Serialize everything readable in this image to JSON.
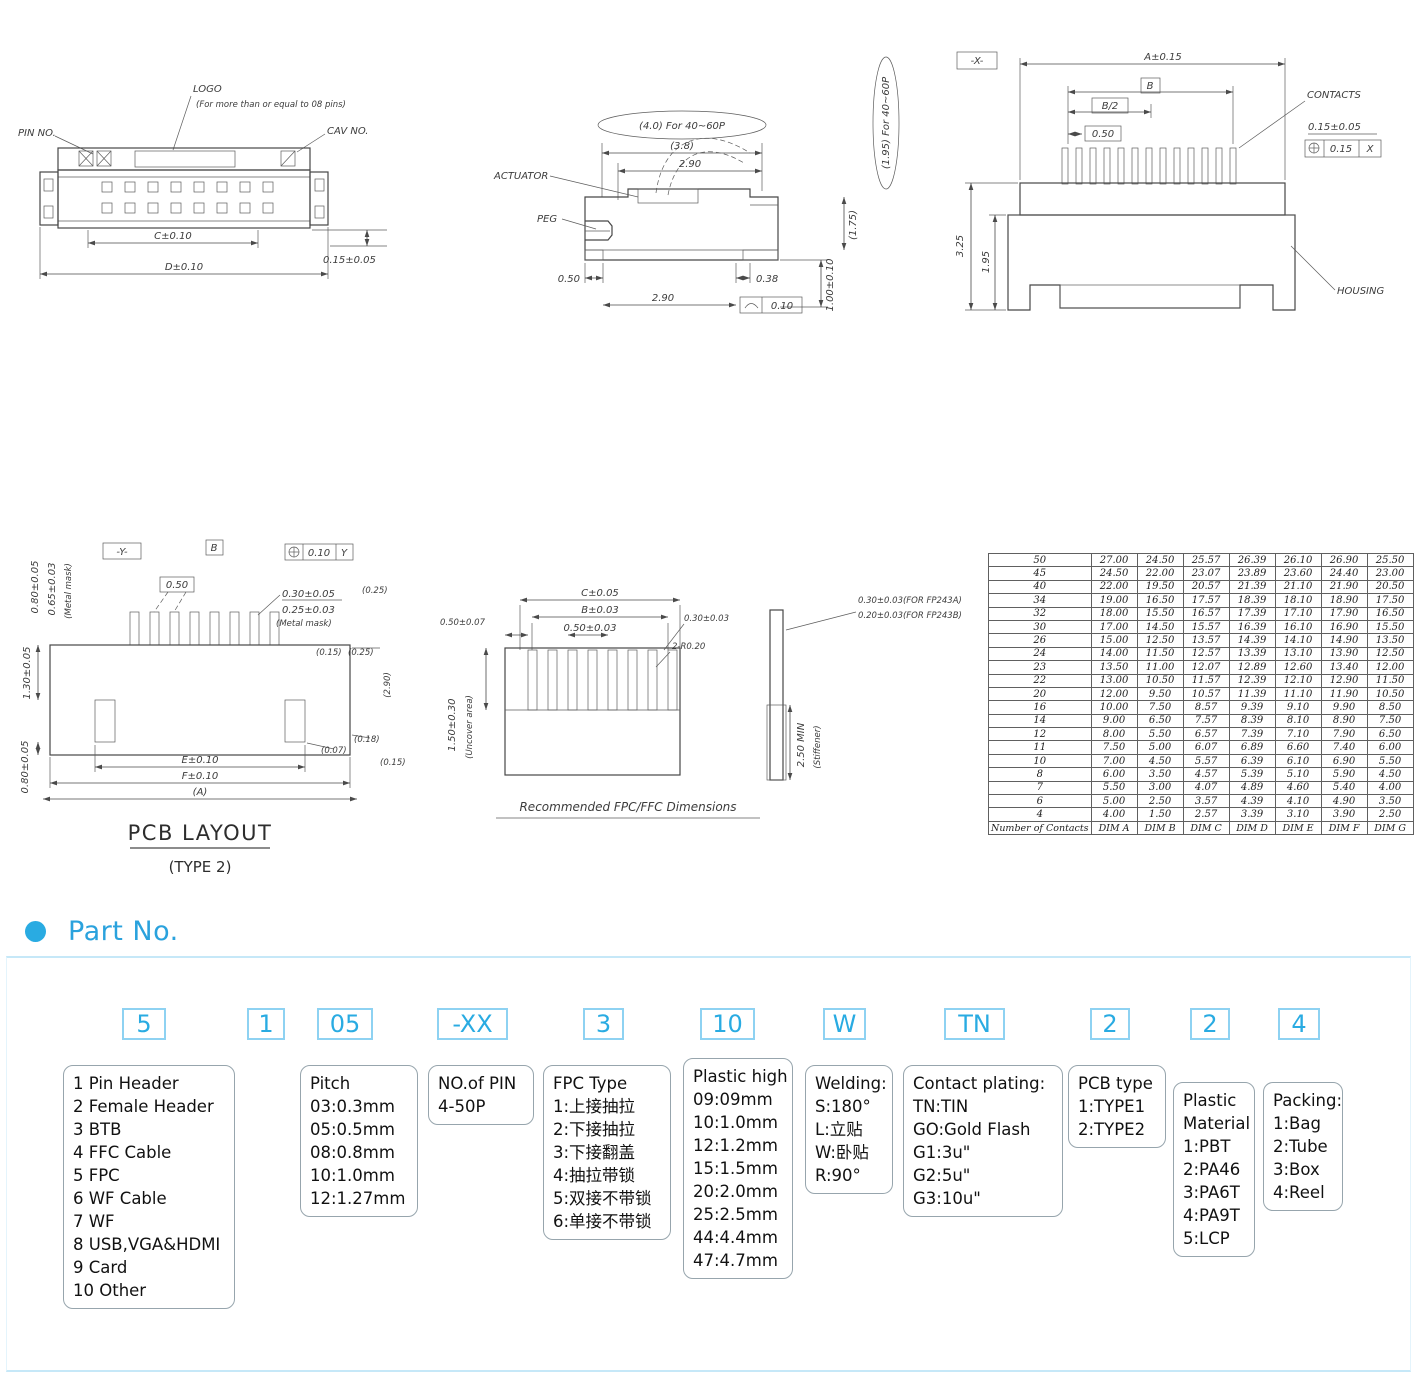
{
  "colors": {
    "accent": "#29abe2",
    "line": "#4a4a4a"
  },
  "front_view": {
    "pin_no": "PIN NO.",
    "logo": "LOGO",
    "logo_note": "(For more than or equal to 08 pins)",
    "cav_no": "CAV NO.",
    "dim_c": "C±0.10",
    "dim_d": "D±0.10",
    "dim_end": "0.15±0.05"
  },
  "side_view": {
    "oval_top": "(4.0) For 40~60P",
    "dim_38": "(3.8)",
    "dim_290_top": "2.90",
    "actuator": "ACTUATOR",
    "peg": "PEG",
    "dim_050": "0.50",
    "dim_038": "0.38",
    "dim_290_bottom": "2.90",
    "dim_100": "1.00±0.10",
    "dim_175": "(1.75)",
    "flatness": "0.10",
    "oval_side": "(1.95) For 40~60P"
  },
  "back_view": {
    "datum": "-X-",
    "dim_a": "A±0.15",
    "dim_b": "B",
    "dim_b2": "B/2",
    "dim_050": "0.50",
    "contacts": "CONTACTS",
    "dim_015": "0.15±0.05",
    "fcf_tol": "0.15",
    "fcf_datum": "X",
    "dim_325": "3.25",
    "dim_195": "1.95",
    "housing": "HOUSING"
  },
  "pcb_layout": {
    "datum": "-Y-",
    "dim_b": "B",
    "fcf_tol": "0.10",
    "fcf_datum": "Y",
    "dim_050": "0.50",
    "dim_030": "0.30±0.05",
    "dim_025t": "0.25±0.03",
    "metal_mask_top": "(Metal mask)",
    "dim_025p": "(0.25)",
    "left_080": "0.80±0.05",
    "left_065": "0.65±0.03",
    "metal_mask_left": "(Metal mask)",
    "dim_130": "1.30±0.05",
    "left_080b": "0.80±0.05",
    "r_015": "(0.15)",
    "r_025": "(0.25)",
    "r_290": "(2.90)",
    "r_007": "(0.07)",
    "r_018": "(0.18)",
    "r_015b": "(0.15)",
    "dim_e": "E±0.10",
    "dim_f": "F±0.10",
    "dim_a": "(A)",
    "title": "PCB LAYOUT",
    "subtitle": "(TYPE 2)"
  },
  "fpc_view": {
    "dim_c": "C±0.05",
    "dim_b": "B±0.03",
    "dim_050a": "0.50±0.03",
    "dim_050b": "0.50±0.07",
    "dim_030": "0.30±0.03",
    "radius": "2-R0.20",
    "fp243a": "0.30±0.03(FOR FP243A)",
    "fp243b": "0.20±0.03(FOR FP243B)",
    "uncover_dim": "1.50±0.30",
    "uncover": "(Uncover area)",
    "stiffener_dim": "2.50 MIN",
    "stiffener": "(Stiffener)",
    "caption": "Recommended FPC/FFC Dimensions"
  },
  "dim_table": {
    "footer": [
      "Number of Contacts",
      "DIM A",
      "DIM B",
      "DIM C",
      "DIM D",
      "DIM E",
      "DIM F",
      "DIM G"
    ],
    "rows": [
      [
        "50",
        "27.00",
        "24.50",
        "25.57",
        "26.39",
        "26.10",
        "26.90",
        "25.50"
      ],
      [
        "45",
        "24.50",
        "22.00",
        "23.07",
        "23.89",
        "23.60",
        "24.40",
        "23.00"
      ],
      [
        "40",
        "22.00",
        "19.50",
        "20.57",
        "21.39",
        "21.10",
        "21.90",
        "20.50"
      ],
      [
        "34",
        "19.00",
        "16.50",
        "17.57",
        "18.39",
        "18.10",
        "18.90",
        "17.50"
      ],
      [
        "32",
        "18.00",
        "15.50",
        "16.57",
        "17.39",
        "17.10",
        "17.90",
        "16.50"
      ],
      [
        "30",
        "17.00",
        "14.50",
        "15.57",
        "16.39",
        "16.10",
        "16.90",
        "15.50"
      ],
      [
        "26",
        "15.00",
        "12.50",
        "13.57",
        "14.39",
        "14.10",
        "14.90",
        "13.50"
      ],
      [
        "24",
        "14.00",
        "11.50",
        "12.57",
        "13.39",
        "13.10",
        "13.90",
        "12.50"
      ],
      [
        "23",
        "13.50",
        "11.00",
        "12.07",
        "12.89",
        "12.60",
        "13.40",
        "12.00"
      ],
      [
        "22",
        "13.00",
        "10.50",
        "11.57",
        "12.39",
        "12.10",
        "12.90",
        "11.50"
      ],
      [
        "20",
        "12.00",
        "9.50",
        "10.57",
        "11.39",
        "11.10",
        "11.90",
        "10.50"
      ],
      [
        "16",
        "10.00",
        "7.50",
        "8.57",
        "9.39",
        "9.10",
        "9.90",
        "8.50"
      ],
      [
        "14",
        "9.00",
        "6.50",
        "7.57",
        "8.39",
        "8.10",
        "8.90",
        "7.50"
      ],
      [
        "12",
        "8.00",
        "5.50",
        "6.57",
        "7.39",
        "7.10",
        "7.90",
        "6.50"
      ],
      [
        "11",
        "7.50",
        "5.00",
        "6.07",
        "6.89",
        "6.60",
        "7.40",
        "6.00"
      ],
      [
        "10",
        "7.00",
        "4.50",
        "5.57",
        "6.39",
        "6.10",
        "6.90",
        "5.50"
      ],
      [
        "8",
        "6.00",
        "3.50",
        "4.57",
        "5.39",
        "5.10",
        "5.90",
        "4.50"
      ],
      [
        "7",
        "5.50",
        "3.00",
        "4.07",
        "4.89",
        "4.60",
        "5.40",
        "4.00"
      ],
      [
        "6",
        "5.00",
        "2.50",
        "3.57",
        "4.39",
        "4.10",
        "4.90",
        "3.50"
      ],
      [
        "4",
        "4.00",
        "1.50",
        "2.57",
        "3.39",
        "3.10",
        "3.90",
        "2.50"
      ]
    ]
  },
  "part_no": {
    "title": "Part No.",
    "codes": [
      "5",
      "1",
      "05",
      "-XX",
      "3",
      "10",
      "W",
      "TN",
      "2",
      "2",
      "4"
    ],
    "groups": [
      {
        "lines": [
          "1 Pin Header",
          "2 Female Header",
          "3 BTB",
          "4 FFC Cable",
          "5 FPC",
          "6 WF Cable",
          "7 WF",
          "8 USB,VGA&HDMI",
          "9 Card",
          "10 Other"
        ]
      },
      {
        "lines": [
          "Pitch",
          "03:0.3mm",
          "05:0.5mm",
          "08:0.8mm",
          "10:1.0mm",
          "12:1.27mm"
        ]
      },
      {
        "lines": [
          "NO.of PIN",
          "4-50P"
        ]
      },
      {
        "lines": [
          "FPC Type",
          "1:上接抽拉",
          "2:下接抽拉",
          "3:下接翻盖",
          "4:抽拉带锁",
          "5:双接不带锁",
          "6:单接不带锁"
        ]
      },
      {
        "lines": [
          "Plastic high",
          "09:09mm",
          "10:1.0mm",
          "12:1.2mm",
          "15:1.5mm",
          "20:2.0mm",
          "25:2.5mm",
          "44:4.4mm",
          "47:4.7mm"
        ]
      },
      {
        "lines": [
          "Welding:",
          "S:180°",
          "L:立贴",
          "W:卧贴",
          "R:90°"
        ]
      },
      {
        "lines": [
          "Contact plating:",
          "TN:TIN",
          "GO:Gold Flash",
          "G1:3u\"",
          "G2:5u\"",
          "G3:10u\""
        ]
      },
      {
        "lines": [
          "PCB type",
          "1:TYPE1",
          "2:TYPE2"
        ]
      },
      {
        "lines": [
          "Plastic",
          "Material",
          "1:PBT",
          "2:PA46",
          "3:PA6T",
          "4:PA9T",
          "5:LCP"
        ]
      },
      {
        "lines": [
          "Packing:",
          "1:Bag",
          "2:Tube",
          "3:Box",
          "4:Reel"
        ]
      }
    ]
  }
}
